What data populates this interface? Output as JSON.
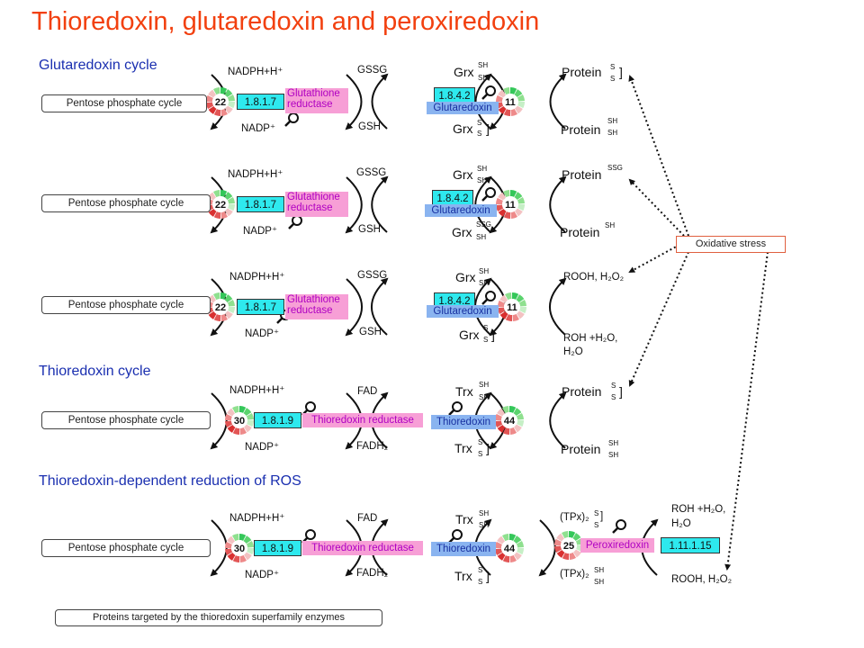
{
  "title": "Thioredoxin, glutaredoxin and peroxiredoxin",
  "sections": {
    "glutaredoxin": "Glutaredoxin cycle",
    "thioredoxin": "Thioredoxin cycle",
    "ros": "Thioredoxin-dependent reduction of ROS"
  },
  "ppp": "Pentose phosphate cycle",
  "oxidative_stress": "Oxidative stress",
  "footer": "Proteins targeted by the thioredoxin superfamily enzymes",
  "labels": {
    "nadph": "NADPH+H⁺",
    "nadp": "NADP⁺",
    "gssg": "GSSG",
    "gsh": "GSH",
    "grx": "Grx",
    "trx": "Trx",
    "protein": "Protein",
    "fad": "FAD",
    "fadh2": "FADH₂",
    "sh": "SH",
    "s": "S",
    "ssg": "SSG",
    "bracket": "]",
    "rooh": "ROOH, H₂O₂",
    "roh_a": "ROH +H₂O,",
    "roh_b": "H₂O",
    "roh_ros_a": "ROH +H₂O,",
    "roh_ros_b": "H₂O",
    "rooh_ros": "ROOH, H₂O₂",
    "tpx": "(TPx)₂"
  },
  "enzymes": {
    "ec_gr": "1.8.1.7",
    "gr_name_1": "Glutathione",
    "gr_name_2": "reductase",
    "ec_grx": "1.8.4.2",
    "grx_name": "Glutaredoxin",
    "ec_trxr": "1.8.1.9",
    "trxr_name": "Thioredoxin  reductase",
    "trx_name": "Thioredoxin",
    "prx_name": "Peroxiredoxin",
    "ec_prx": "1.11.1.15"
  },
  "counts": {
    "gr": "22",
    "grx": "11",
    "trxr": "30",
    "trx": "44",
    "prx": "25"
  },
  "colors": {
    "title": "#f2400f",
    "section": "#1a2fb0",
    "ec_box": "#2ee9ee",
    "reductase_box": "#f79fd6",
    "redoxin_box": "#8ab4f0",
    "arrow": "#111111",
    "stress_border": "#e06040"
  }
}
